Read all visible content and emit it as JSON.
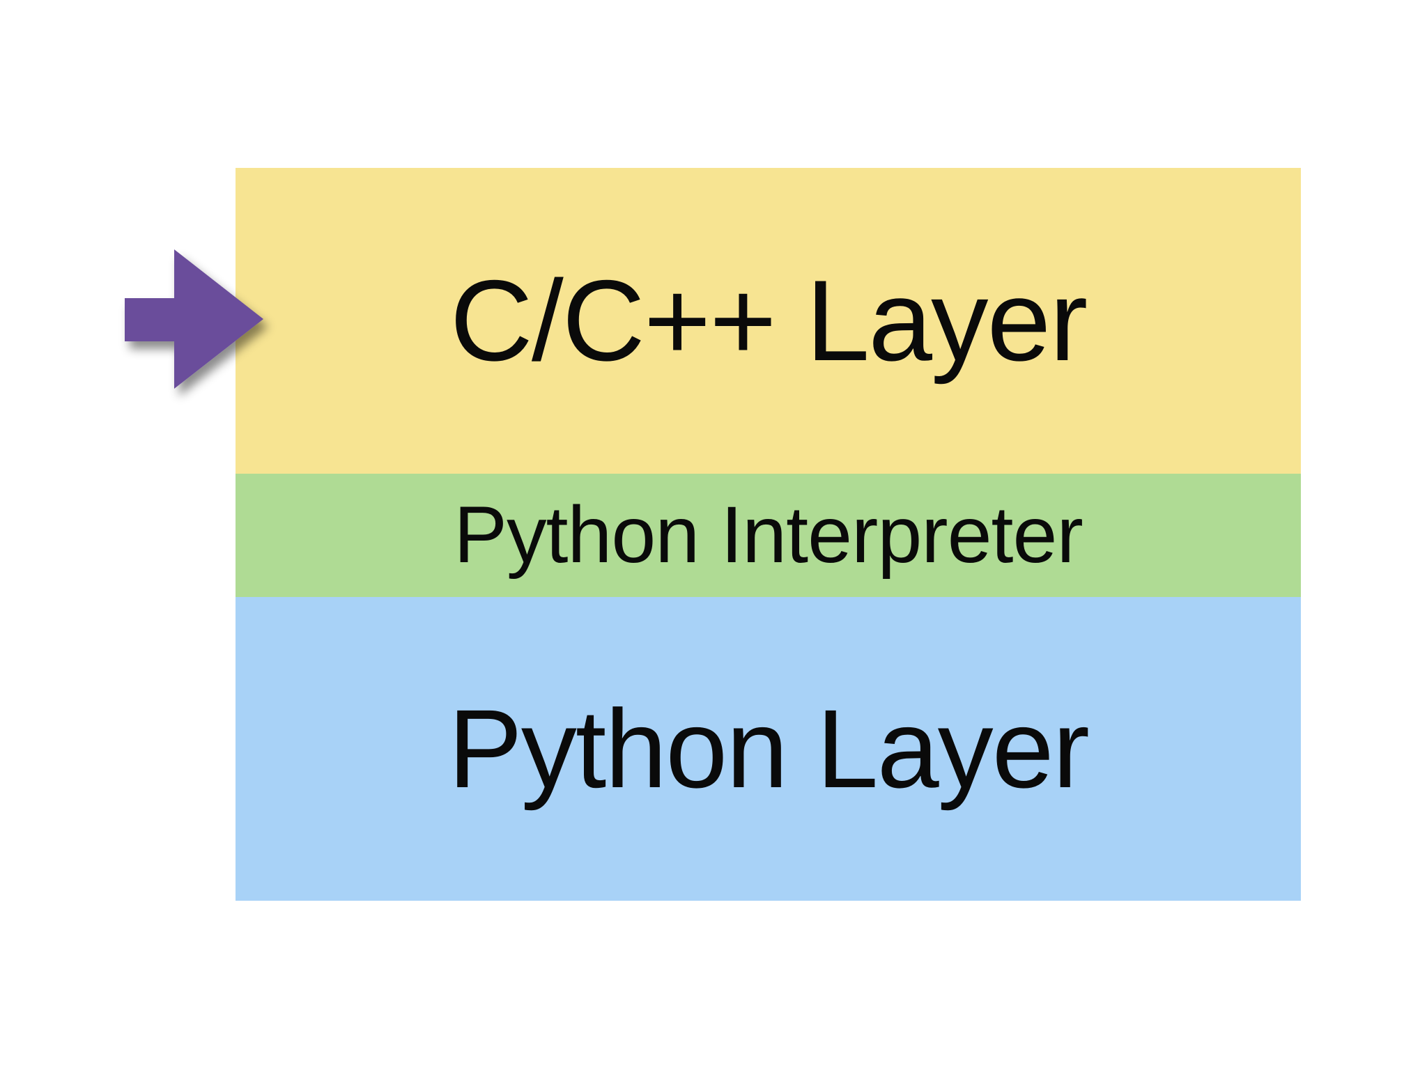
{
  "diagram": {
    "background_color": "#FFFFFF",
    "text_color": "#0A0A0A"
  },
  "layers": [
    {
      "id": "c-cpp-layer",
      "label": "C/C++ Layer",
      "color": "#F7E492"
    },
    {
      "id": "python-interpreter",
      "label": "Python Interpreter",
      "color": "#AFDB94"
    },
    {
      "id": "python-layer",
      "label": "Python Layer",
      "color": "#A8D2F7"
    }
  ],
  "arrow": {
    "icon": "right-arrow-icon",
    "color": "#6B4E9B",
    "points_to": "C/C++ Layer"
  }
}
